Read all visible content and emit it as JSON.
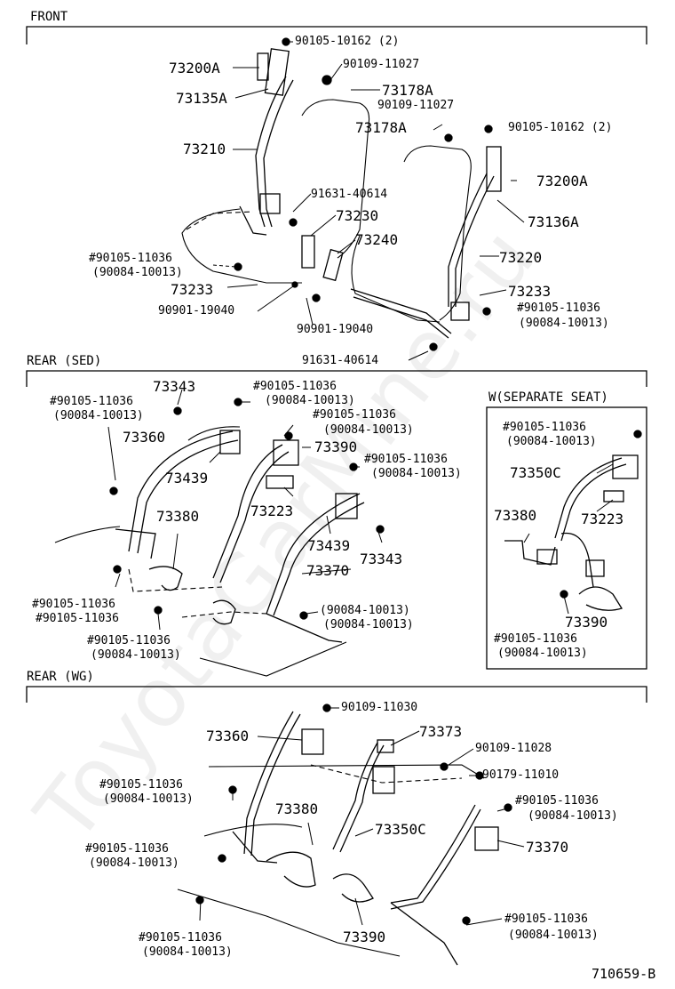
{
  "sections": {
    "front": "FRONT",
    "rear_sed": "REAR (SED)",
    "separate": "W(SEPARATE SEAT)",
    "rear_wg": "REAR (WG)"
  },
  "watermark": "ToyotaGarMine.ru",
  "diagram_code": "710659-B",
  "front": {
    "l1": "90105-10162 (2)",
    "l2": "73200A",
    "l3": "90109-11027",
    "l4": "73135A",
    "l5": "73178A",
    "l6": "90109-11027",
    "l7": "73178A",
    "l8": "90105-10162 (2)",
    "l9": "73210",
    "l10": "73200A",
    "l11": "91631-40614",
    "l12": "73230",
    "l13": "73136A",
    "l14": "73240",
    "l15": "#90105-11036",
    "l16": "(90084-10013)",
    "l17": "73220",
    "l18": "73233",
    "l19": "73233",
    "l20": "90901-19040",
    "l21": "#90105-11036",
    "l22": "90901-19040",
    "l23": "(90084-10013)",
    "l24": "91631-40614"
  },
  "rear_sed": {
    "l1": "73343",
    "l2": "#90105-11036",
    "l3": "#90105-11036",
    "l4": "(90084-10013)",
    "l5": "(90084-10013)",
    "l6": "#90105-11036",
    "l7": "(90084-10013)",
    "l8": "73360",
    "l9": "73390",
    "l10": "#90105-11036",
    "l11": "(90084-10013)",
    "l12": "73439",
    "l13": "73223",
    "l14": "73380",
    "l15": "73439",
    "l16": "73343",
    "l17": "73370",
    "l18": "#90105-11036",
    "l19": "(90084-10013)",
    "l20": "#90105-11036",
    "l21": "(90084-10013)",
    "l22": "#90105-11036",
    "l23": "(90084-10013)"
  },
  "separate": {
    "l1": "#90105-11036",
    "l2": "(90084-10013)",
    "l3": "73350C",
    "l4": "73380",
    "l5": "73223",
    "l6": "73390",
    "l7": "#90105-11036",
    "l8": "(90084-10013)"
  },
  "rear_wg": {
    "l1": "90109-11030",
    "l2": "73360",
    "l3": "73373",
    "l4": "90109-11028",
    "l5": "#90105-11036",
    "l6": "90179-11010",
    "l7": "(90084-10013)",
    "l8": "#90105-11036",
    "l9": "(90084-10013)",
    "l10": "73380",
    "l11": "73350C",
    "l12": "#90105-11036",
    "l13": "73370",
    "l14": "(90084-10013)",
    "l15": "73390",
    "l16": "#90105-11036",
    "l17": "(90084-10013)",
    "l18": "#90105-11036",
    "l19": "(90084-10013)"
  }
}
